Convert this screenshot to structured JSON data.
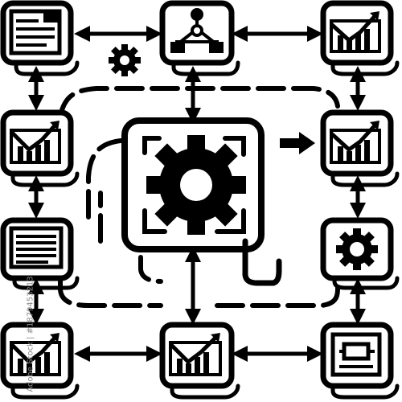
{
  "icon_set": {
    "palette": {
      "ink": "#000000",
      "paper": "#ffffff"
    },
    "nodes": [
      {
        "id": "top-left",
        "icon": "document-icon"
      },
      {
        "id": "top-center",
        "icon": "network-hierarchy-icon"
      },
      {
        "id": "top-right",
        "icon": "bar-chart-trend-icon"
      },
      {
        "id": "mid-left",
        "icon": "bar-chart-trend-icon"
      },
      {
        "id": "mid-right",
        "icon": "bar-chart-trend-icon"
      },
      {
        "id": "row3-left",
        "icon": "text-lines-icon"
      },
      {
        "id": "row3-right",
        "icon": "gear-icon"
      },
      {
        "id": "bottom-left",
        "icon": "bar-chart-trend-icon"
      },
      {
        "id": "bottom-center",
        "icon": "bar-chart-trend-icon"
      },
      {
        "id": "bottom-right",
        "icon": "form-panel-icon"
      }
    ],
    "center_icon": "central-gear-icon",
    "watermark": {
      "id_text": "Adobe Stock | #1879453213"
    }
  }
}
